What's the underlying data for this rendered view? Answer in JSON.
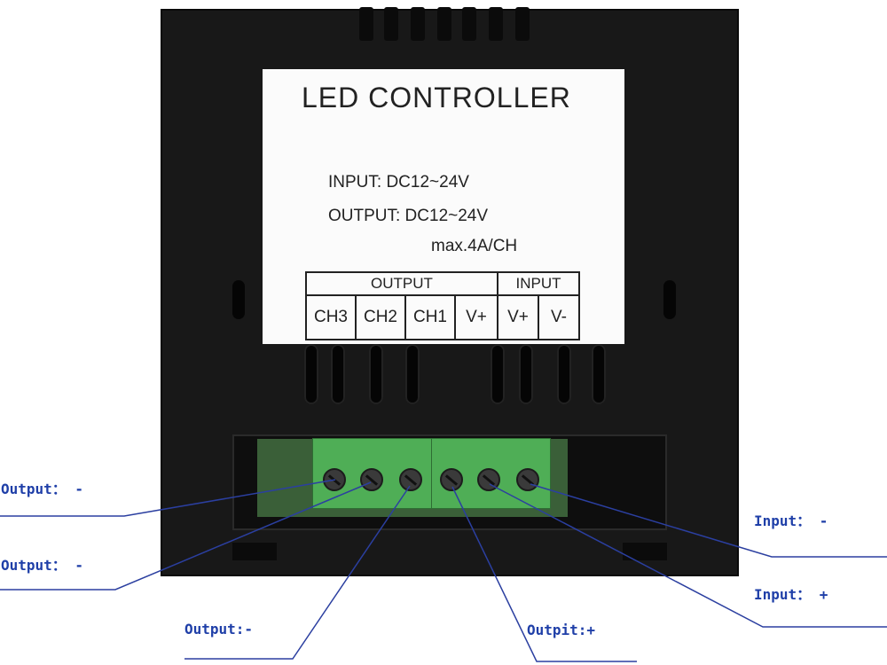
{
  "label": {
    "title": "LED CONTROLLER",
    "input_spec": "INPUT: DC12~24V",
    "output_spec": "OUTPUT: DC12~24V",
    "max_current": "max.4A/CH",
    "table": {
      "groups": [
        "OUTPUT",
        "INPUT"
      ],
      "terminals": [
        "CH3",
        "CH2",
        "CH1",
        "V+",
        "V+",
        "V-"
      ]
    }
  },
  "callouts": {
    "ch3": "Output： -",
    "ch2": "Output： -",
    "ch1": "Output:-",
    "vplus_out": "Outpit:+",
    "vminus_in": "Input： -",
    "vplus_in": "Input： +"
  },
  "colors": {
    "device": "#181818",
    "label": "#fbfbfb",
    "terminal_block": "#4fae56",
    "callout_text": "#1f3fa8",
    "leader_line": "#2b3fa0"
  }
}
